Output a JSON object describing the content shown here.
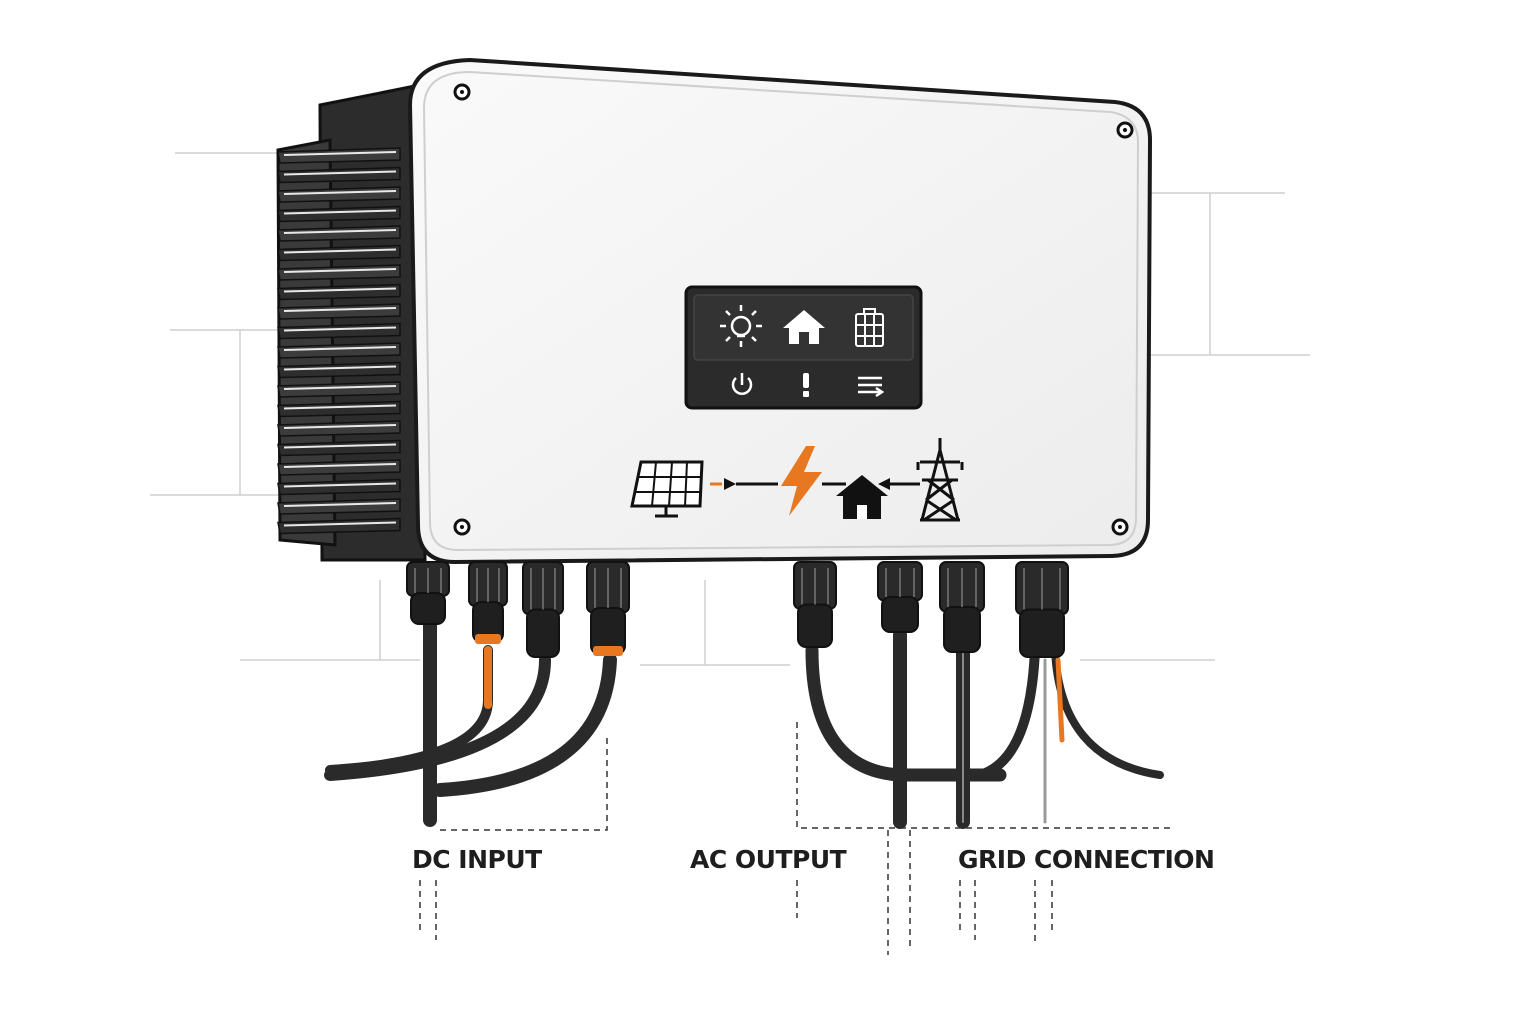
{
  "labels": {
    "dc_input": "DC INPUT",
    "ac_output": "AC OUTPUT",
    "grid_connection": "GRID CONNECTION"
  },
  "display": {
    "top_icons": [
      "sun-bulb-icon",
      "house-icon",
      "battery-icon"
    ],
    "bottom_icons": [
      "power-icon",
      "alert-icon",
      "menu-icon"
    ]
  },
  "flow_icons": [
    "solar-panel-icon",
    "lightning-icon",
    "house-icon",
    "transmission-tower-icon"
  ],
  "colors": {
    "outline": "#1a1a1a",
    "cable": "#2a2a2a",
    "accent": "#e87722",
    "display_bg": "#2b2b2b",
    "enclosure": "#f4f4f4"
  }
}
